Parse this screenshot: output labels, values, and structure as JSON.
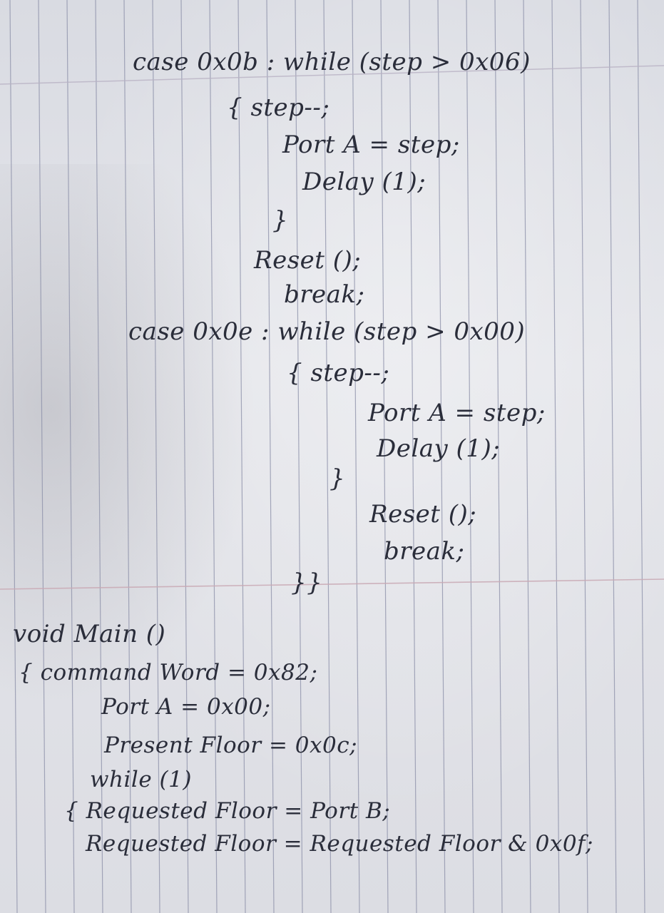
{
  "notes": {
    "lines": [
      "case 0x0b : while (step > 0x06)",
      "{ step--;",
      "Port A = step;",
      "Delay (1);",
      "}",
      "Reset ();",
      "break;",
      "case 0x0e : while (step > 0x00)",
      "{ step--;",
      "Port A = step;",
      "Delay (1);",
      "}",
      "Reset ();",
      "break;",
      "}}",
      "void Main ()",
      "{ command Word = 0x82;",
      "Port A = 0x00;",
      "Present Floor = 0x0c;",
      "while (1)",
      "{ Requested Floor = Port B;",
      "Requested Floor = Requested Floor & 0x0f;"
    ]
  }
}
